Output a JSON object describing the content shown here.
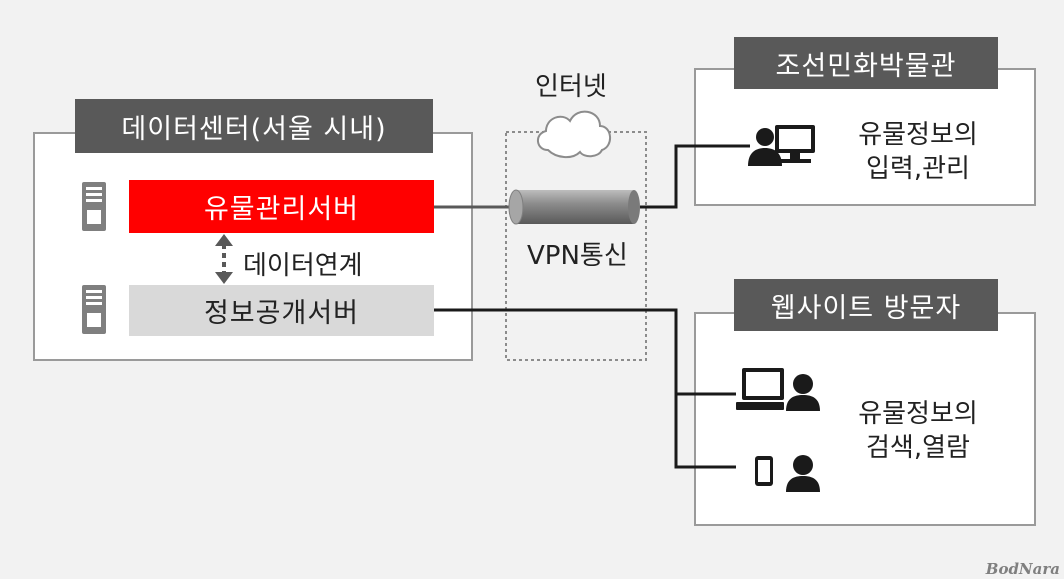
{
  "datacenter": {
    "title": "데이터센터(서울 시내)",
    "server1": "유물관리서버",
    "link_label": "데이터연계",
    "server2": "정보공개서버"
  },
  "internet": {
    "label": "인터넷",
    "vpn_label": "VPN통신"
  },
  "museum": {
    "title": "조선민화박물관",
    "desc_line1": "유물정보의",
    "desc_line2": "입력,관리"
  },
  "visitors": {
    "title": "웹사이트 방문자",
    "desc_line1": "유물정보의",
    "desc_line2": "검색,열람"
  },
  "watermark": "BodNara",
  "colors": {
    "background": "#f2f2f2",
    "accent_red": "#ff0000",
    "tab_gray": "#595959",
    "server2_fill": "#d9d9d9",
    "icon_dark": "#1a1a1a"
  }
}
